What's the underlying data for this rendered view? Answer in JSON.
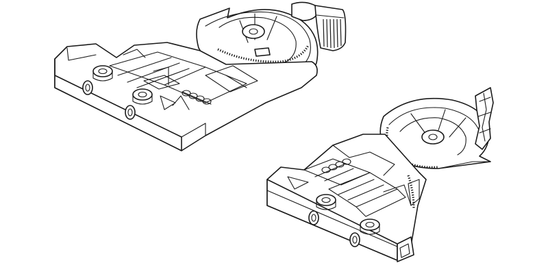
{
  "figure": {
    "background": "#ffffff",
    "line_color": "#1a1a1a",
    "parts": [
      {
        "id": "left-bracket",
        "kind": "drawer-front-bracket"
      },
      {
        "id": "right-bracket",
        "kind": "drawer-front-bracket"
      }
    ]
  }
}
